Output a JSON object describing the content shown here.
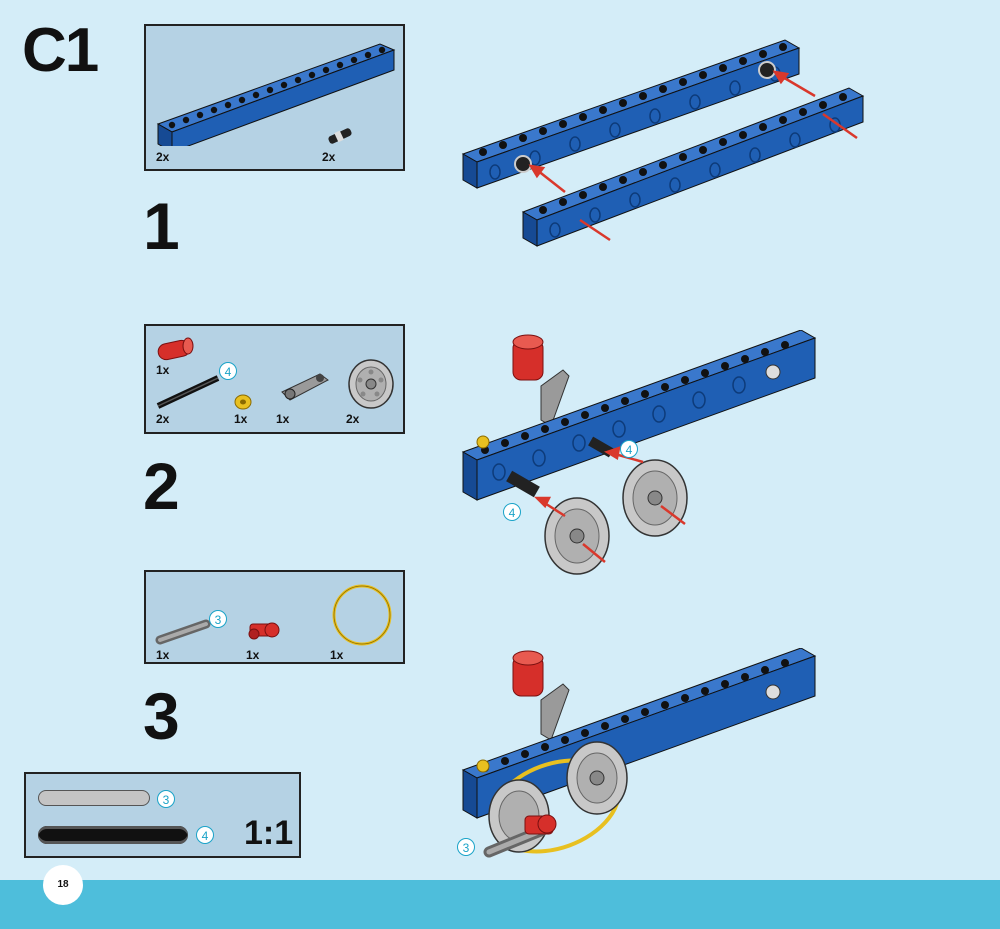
{
  "page_title": "C1",
  "page_number": "18",
  "colors": {
    "background": "#d4edf8",
    "footer": "#4ebedb",
    "beam": "#1f5fb4",
    "arrow": "#d9382c",
    "callout": "#1aa3c8"
  },
  "steps": [
    {
      "number": "1",
      "parts": [
        {
          "name": "blue-beam-15",
          "qty": "2x"
        },
        {
          "name": "black-pin",
          "qty": "2x"
        }
      ]
    },
    {
      "number": "2",
      "parts": [
        {
          "name": "red-connector",
          "qty": "1x"
        },
        {
          "name": "axle",
          "qty": "2x",
          "callout": "4"
        },
        {
          "name": "yellow-bush",
          "qty": "1x"
        },
        {
          "name": "grey-crank",
          "qty": "1x"
        },
        {
          "name": "grey-wheel",
          "qty": "2x"
        }
      ]
    },
    {
      "number": "3",
      "parts": [
        {
          "name": "grey-axle",
          "qty": "1x",
          "callout": "3"
        },
        {
          "name": "red-axle-connector",
          "qty": "1x"
        },
        {
          "name": "yellow-belt",
          "qty": "1x"
        }
      ]
    }
  ],
  "scale_ref": {
    "callout_grey": "3",
    "callout_black": "4",
    "ratio": "1:1"
  },
  "model_callouts": {
    "step2_upper": "4",
    "step2_lower": "4",
    "step3": "3"
  }
}
